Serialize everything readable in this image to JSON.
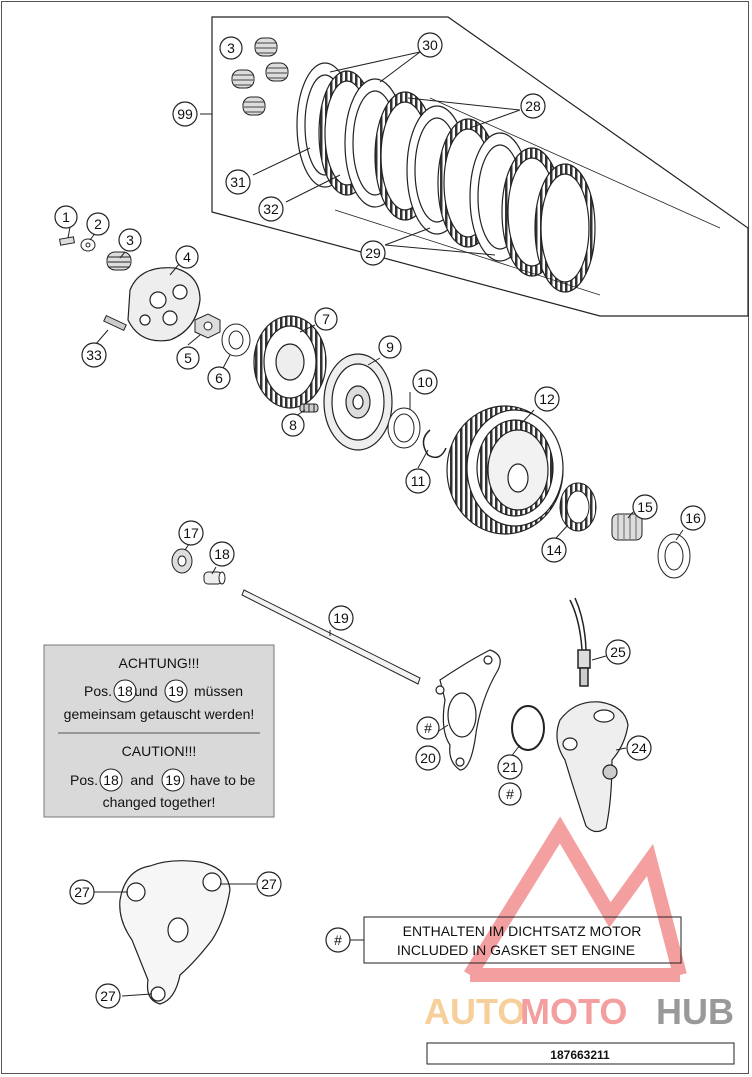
{
  "callouts": {
    "c1": "1",
    "c2": "2",
    "c3a": "3",
    "c3b": "3",
    "c4": "4",
    "c5": "5",
    "c6": "6",
    "c7": "7",
    "c8": "8",
    "c9": "9",
    "c10": "10",
    "c11": "11",
    "c12": "12",
    "c14": "14",
    "c15": "15",
    "c16": "16",
    "c17": "17",
    "c18": "18",
    "c19": "19",
    "c20": "20",
    "c21": "21",
    "c24": "24",
    "c25": "25",
    "c27a": "27",
    "c27b": "27",
    "c27c": "27",
    "c28": "28",
    "c29": "29",
    "c30": "30",
    "c31": "31",
    "c32": "32",
    "c33": "33",
    "c99": "99",
    "hash20": "#",
    "hash21": "#",
    "hash_legend": "#"
  },
  "warning_box": {
    "de_title": "ACHTUNG!!!",
    "de_pos": "Pos.",
    "de_ref1": "18",
    "de_und": "und",
    "de_ref2": "19",
    "de_muessen": "müssen",
    "de_line2": "gemeinsam getauscht werden!",
    "en_title": "CAUTION!!!",
    "en_pos": "Pos.",
    "en_ref1": "18",
    "en_and": "and",
    "en_ref2": "19",
    "en_have": "have to be",
    "en_line2": "changed together!",
    "bg_color": "#d9d9d9"
  },
  "legend": {
    "line_de": "ENTHALTEN IM DICHTSATZ MOTOR",
    "line_en": "INCLUDED IN GASKET SET ENGINE"
  },
  "part_number": "187663211",
  "watermark": {
    "part1": "AUTO",
    "part2": "MOTO",
    "part3": "HUB",
    "color1": "#f5c07a",
    "color2": "#f08080",
    "color3": "#777777"
  }
}
